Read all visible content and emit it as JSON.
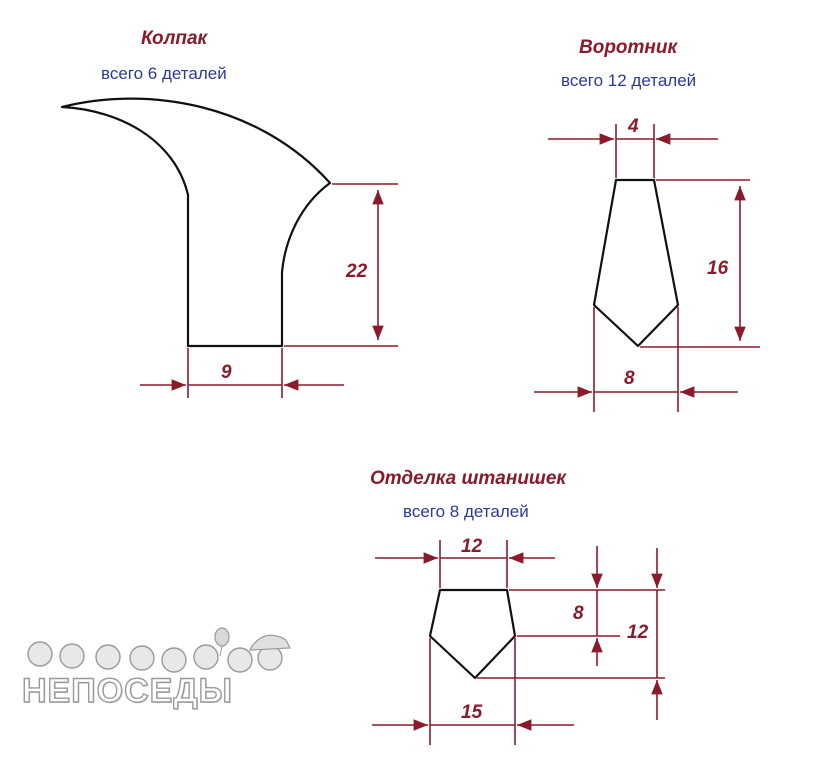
{
  "pieces": [
    {
      "title": "Колпак",
      "count_label": "всего 6 деталей",
      "dims": {
        "height": "22",
        "width": "9"
      }
    },
    {
      "title": "Воротник",
      "count_label": "всего 12 деталей",
      "dims": {
        "top": "4",
        "height": "16",
        "width": "8"
      }
    },
    {
      "title": "Отделка штанишек",
      "count_label": "всего 8 деталей",
      "dims": {
        "top": "12",
        "side": "8",
        "height": "12",
        "width": "15"
      }
    }
  ],
  "logo": {
    "text": "НЕПОСЕДЫ"
  },
  "colors": {
    "dimension": "#8b1a2b",
    "subtitle": "#2b3a9a",
    "outline": "#111111"
  }
}
